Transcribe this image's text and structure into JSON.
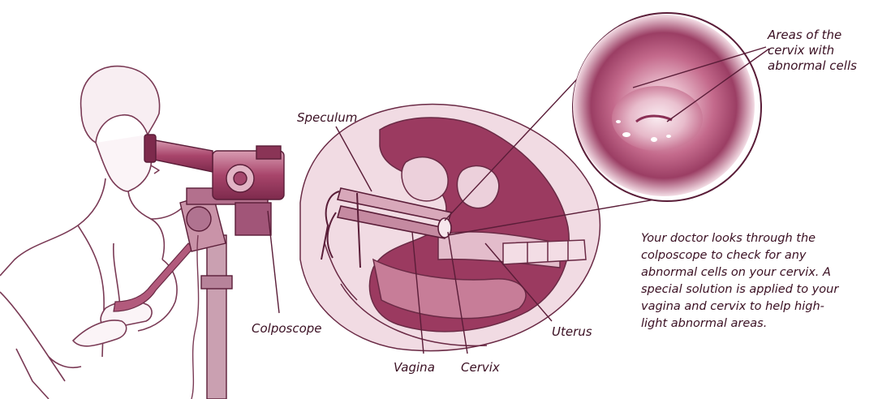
{
  "colors": {
    "ink": "#4a1530",
    "line": "#6a2a45",
    "tissue_dark": "#9a3a60",
    "tissue_mid": "#c77d98",
    "tissue_light": "#ecd0db",
    "paper": "#ffffff"
  },
  "labels": {
    "speculum": "Speculum",
    "colposcope": "Colposcope",
    "vagina": "Vagina",
    "cervix": "Cervix",
    "uterus": "Uterus",
    "abnormal_areas": [
      "Areas of the",
      "cervix with",
      "abnormal cells"
    ]
  },
  "caption": [
    "Your doctor looks through the",
    "colposcope to check for any",
    "abnormal cells on your cervix. A",
    "special solution is applied to your",
    "vagina and cervix to help high-",
    "light abnormal areas."
  ]
}
